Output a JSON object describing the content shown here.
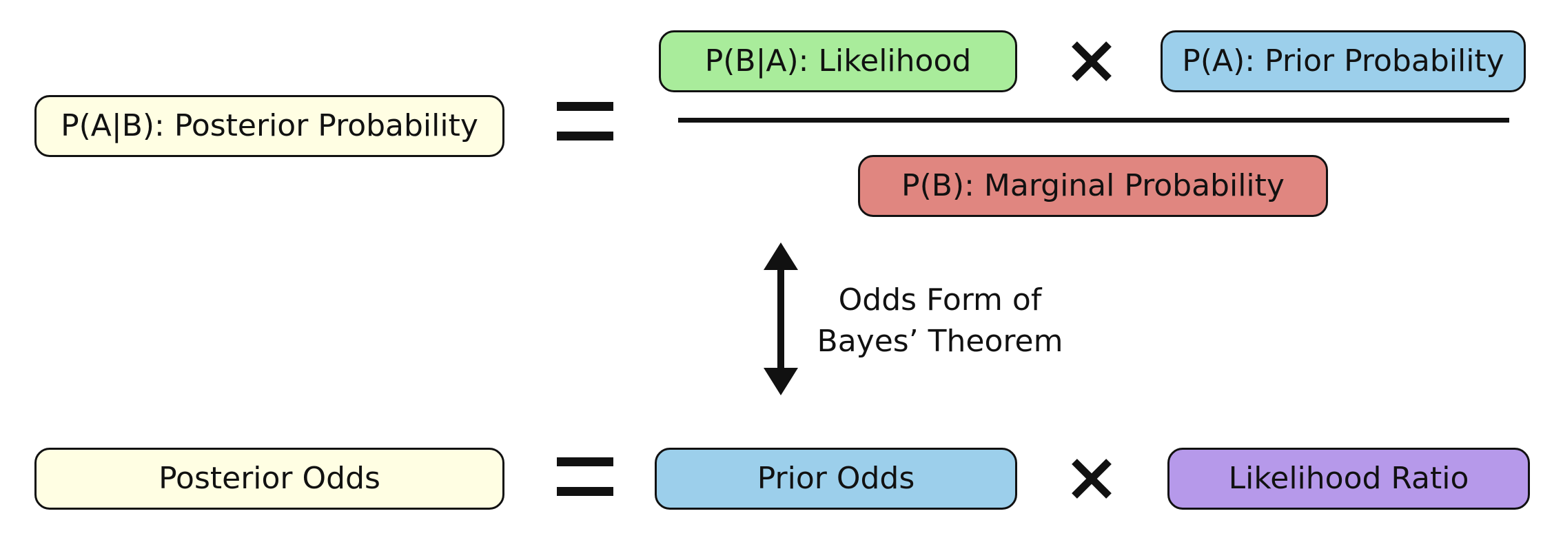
{
  "posterior_probability": {
    "label": "P(A|B): Posterior Probability",
    "color": "#fffee3"
  },
  "likelihood": {
    "label": "P(B|A): Likelihood",
    "color": "#a9ec9b"
  },
  "prior_probability": {
    "label": "P(A): Prior Probability",
    "color": "#9ccfeb"
  },
  "marginal_probability": {
    "label": "P(B): Marginal Probability",
    "color": "#e08680"
  },
  "odds_form_note": {
    "line1": "Odds Form of",
    "line2": "Bayes’ Theorem"
  },
  "posterior_odds": {
    "label": "Posterior Odds",
    "color": "#fffee3"
  },
  "prior_odds": {
    "label": "Prior Odds",
    "color": "#9ccfeb"
  },
  "likelihood_ratio": {
    "label": "Likelihood Ratio",
    "color": "#b699ea"
  },
  "operators": {
    "equals": "=",
    "times": "×"
  }
}
